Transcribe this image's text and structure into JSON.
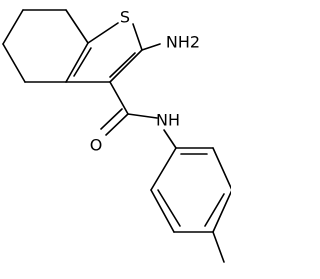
{
  "molecule": {
    "atoms": {
      "sulfur": "S",
      "amino": "NH2",
      "amide_nitrogen": "NH",
      "carbonyl_oxygen": "O"
    },
    "colors": {
      "line": "#000000",
      "background": "#ffffff"
    }
  }
}
